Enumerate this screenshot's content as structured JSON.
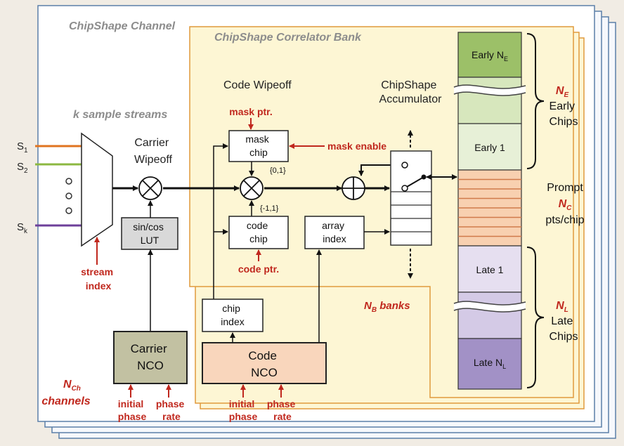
{
  "channel": {
    "title": "ChipShape Channel",
    "count_label": "N",
    "count_sub": "Ch",
    "count_suffix": "channels"
  },
  "bank": {
    "title": "ChipShape Correlator Bank",
    "count_label": "N",
    "count_sub": "B",
    "count_suffix": " banks"
  },
  "inputs": {
    "streams_label": "k sample streams",
    "s1": "S",
    "s1_sub": "1",
    "s2": "S",
    "s2_sub": "2",
    "sk": "S",
    "sk_sub": "k",
    "stream_index": [
      "stream",
      "index"
    ]
  },
  "carrier": {
    "wipeoff": [
      "Carrier",
      "Wipeoff"
    ],
    "lut": [
      "sin/cos",
      "LUT"
    ],
    "nco": [
      "Carrier",
      "NCO"
    ],
    "initial_phase": [
      "initial",
      "phase"
    ],
    "phase_rate": [
      "phase",
      "rate"
    ]
  },
  "code": {
    "wipeoff": "Code Wipeoff",
    "mask_ptr": "mask ptr.",
    "mask_chip": [
      "mask",
      "chip"
    ],
    "mask_enable": "mask enable",
    "mask_range": "{0,1}",
    "code_range": "{-1,1}",
    "code_chip": [
      "code",
      "chip"
    ],
    "code_ptr": "code ptr.",
    "array_index": [
      "array",
      "index"
    ],
    "chip_index": [
      "chip",
      "index"
    ],
    "nco": [
      "Code",
      "NCO"
    ],
    "initial_phase": [
      "initial",
      "phase"
    ],
    "phase_rate": [
      "phase",
      "rate"
    ]
  },
  "accumulator": {
    "title": [
      "ChipShape",
      "Accumulator"
    ]
  },
  "chips": {
    "early_ne": "Early N",
    "early_ne_sub": "E",
    "early_1": "Early 1",
    "late_1": "Late 1",
    "late_nl": "Late N",
    "late_nl_sub": "L"
  },
  "brackets": {
    "early_n": "N",
    "early_n_sub": "E",
    "early_text": [
      "Early",
      "Chips"
    ],
    "prompt": "Prompt",
    "prompt_n": "N",
    "prompt_n_sub": "C",
    "prompt_text": "pts/chip",
    "late_n": "N",
    "late_n_sub": "L",
    "late_text": [
      "Late",
      "Chips"
    ]
  },
  "colors": {
    "red": "#c0281e",
    "gray_title": "#8c8c8c",
    "early_dark": "#9cc068",
    "early_light": "#e7f0d7",
    "prompt": "#f8d0b0",
    "late_light": "#e6dff0",
    "late_dark": "#a291c6",
    "carrier_nco": "#c2c1a2",
    "code_nco": "#f9d6bc",
    "s1": "#e07420",
    "s2": "#8cb840",
    "sk": "#6d3f99"
  }
}
